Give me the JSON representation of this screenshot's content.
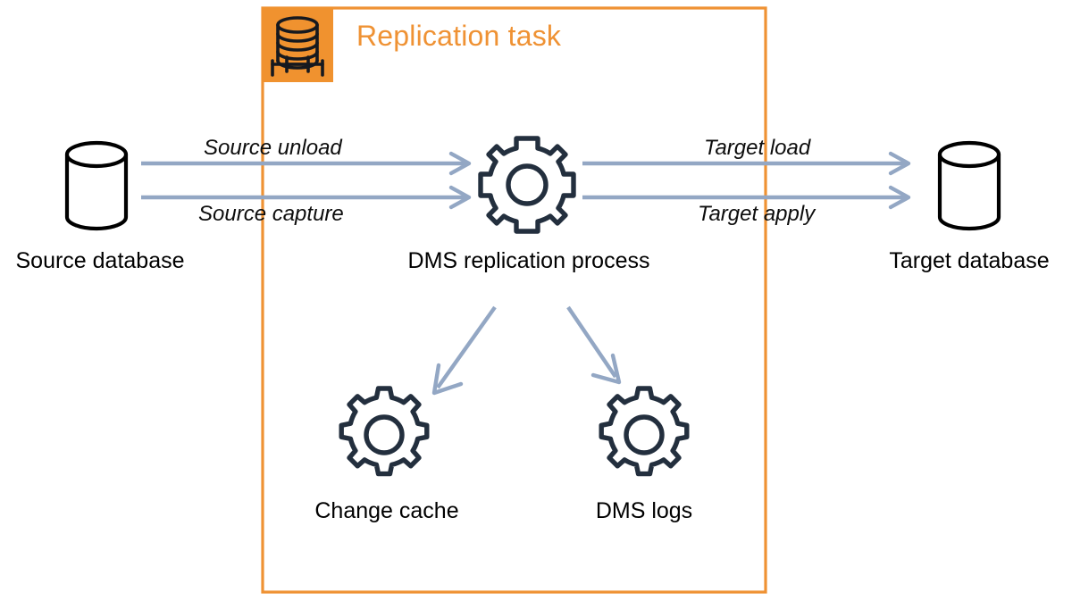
{
  "diagram": {
    "type": "architecture-flow",
    "title": "Replication task",
    "colors": {
      "accent_orange": "#ef9234",
      "icon_box_orange": "#f0922f",
      "arrow_blue_gray": "#93a7c4",
      "gear_navy": "#232f3e",
      "cylinder_black": "#000000",
      "text_black": "#000000",
      "background": "#ffffff"
    },
    "boundary": {
      "name": "replication-task-boundary",
      "label": "Replication task",
      "icon": "database-stack-icon"
    },
    "nodes": [
      {
        "id": "source-database",
        "label": "Source database",
        "icon": "database-cylinder-icon"
      },
      {
        "id": "dms-replication-process",
        "label": "DMS replication process",
        "icon": "gear-icon"
      },
      {
        "id": "target-database",
        "label": "Target database",
        "icon": "database-cylinder-icon"
      },
      {
        "id": "change-cache",
        "label": "Change cache",
        "icon": "gear-icon"
      },
      {
        "id": "dms-logs",
        "label": "DMS logs",
        "icon": "gear-icon"
      }
    ],
    "flows": [
      {
        "id": "source-unload",
        "label": "Source unload",
        "from": "source-database",
        "to": "dms-replication-process"
      },
      {
        "id": "source-capture",
        "label": "Source capture",
        "from": "source-database",
        "to": "dms-replication-process"
      },
      {
        "id": "target-load",
        "label": "Target load",
        "from": "dms-replication-process",
        "to": "target-database"
      },
      {
        "id": "target-apply",
        "label": "Target apply",
        "from": "dms-replication-process",
        "to": "target-database"
      },
      {
        "id": "to-change-cache",
        "label": "",
        "from": "dms-replication-process",
        "to": "change-cache"
      },
      {
        "id": "to-dms-logs",
        "label": "",
        "from": "dms-replication-process",
        "to": "dms-logs"
      }
    ]
  }
}
